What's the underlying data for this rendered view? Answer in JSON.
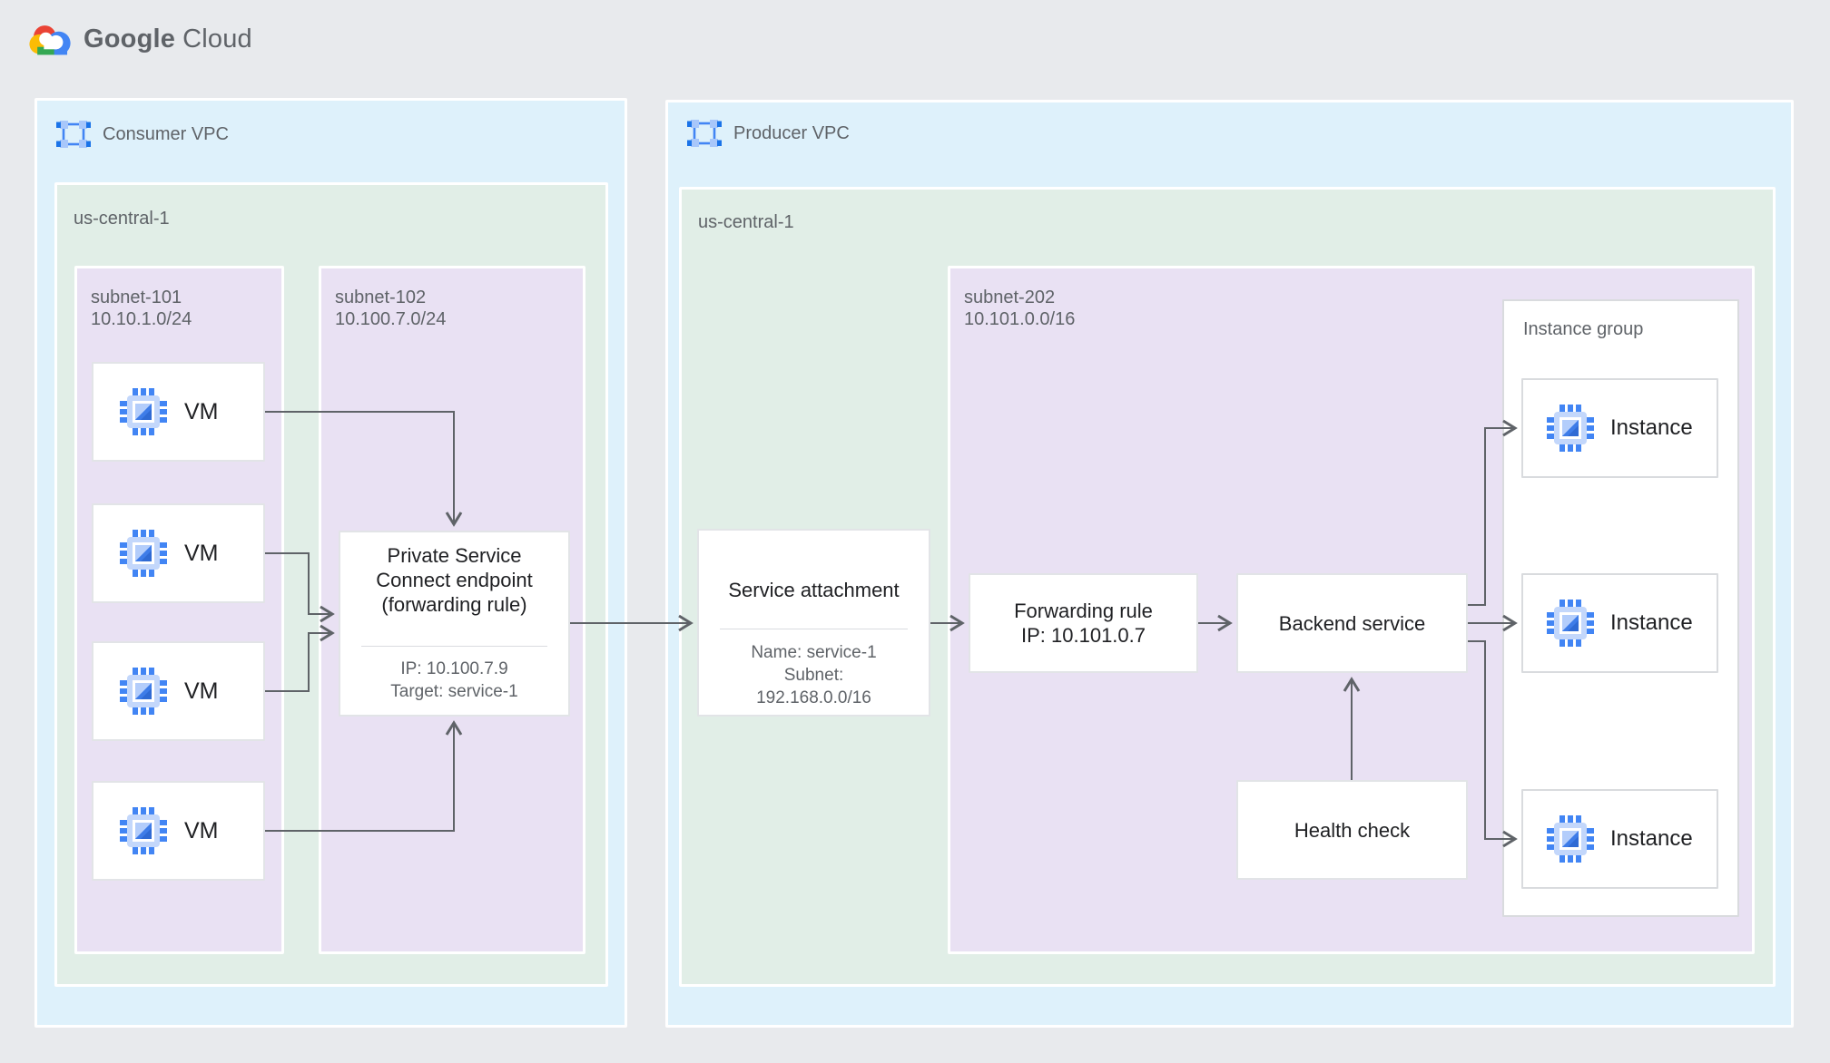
{
  "logo": {
    "brand": "Google",
    "product": "Cloud"
  },
  "colors": {
    "page_background": "#e8eaed",
    "vpc_fill": "#def1fb",
    "region_fill": "#e1eee7",
    "subnet_fill": "#e9e1f3",
    "node_fill": "#ffffff",
    "arrow": "#5f6368",
    "text_dark": "#202124",
    "text_gray": "#5f6368",
    "icon_blue": "#4285f4",
    "icon_blue_light": "#a8c7fa",
    "brand_red": "#ea4335",
    "brand_yellow": "#fbbc05",
    "brand_green": "#34a853",
    "brand_blue": "#4285f4"
  },
  "consumer_vpc": {
    "label": "Consumer VPC",
    "region": {
      "label": "us-central-1"
    },
    "subnet_101": {
      "label": "subnet-101\n10.10.1.0/24",
      "vms": [
        {
          "label": "VM"
        },
        {
          "label": "VM"
        },
        {
          "label": "VM"
        },
        {
          "label": "VM"
        }
      ]
    },
    "subnet_102": {
      "label": "subnet-102\n10.100.7.0/24",
      "psc_endpoint": {
        "title_line1": "Private Service",
        "title_line2": "Connect endpoint",
        "title_line3": "(forwarding rule)",
        "ip": "IP: 10.100.7.9",
        "target": "Target: service-1"
      }
    }
  },
  "producer_vpc": {
    "label": "Producer VPC",
    "region": {
      "label": "us-central-1"
    },
    "service_attachment": {
      "title": "Service attachment",
      "name": "Name: service-1",
      "subnet_label": "Subnet:",
      "subnet_cidr": "192.168.0.0/16"
    },
    "subnet_202": {
      "label": "subnet-202\n10.101.0.0/16",
      "forwarding_rule": {
        "title": "Forwarding rule",
        "ip": "IP: 10.101.0.7"
      },
      "backend_service": {
        "title": "Backend service"
      },
      "health_check": {
        "title": "Health check"
      },
      "instance_group": {
        "label": "Instance group",
        "instances": [
          {
            "label": "Instance"
          },
          {
            "label": "Instance"
          },
          {
            "label": "Instance"
          }
        ]
      }
    }
  }
}
